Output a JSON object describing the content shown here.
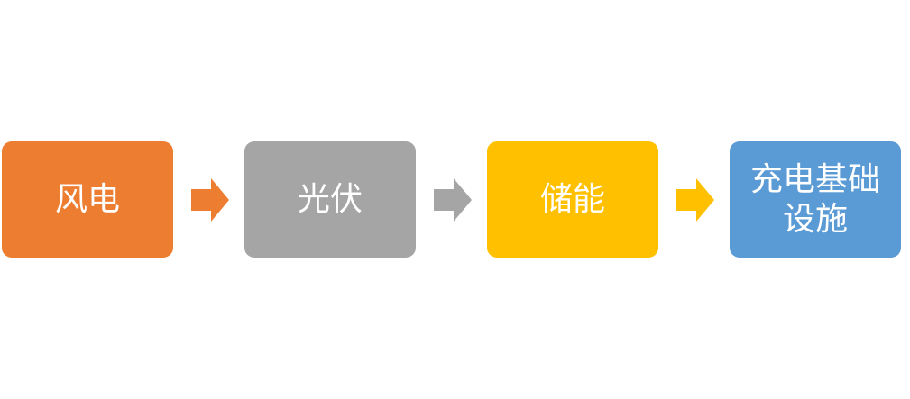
{
  "flow": {
    "steps": [
      {
        "label": "风电",
        "color": "#ED7D31"
      },
      {
        "label": "光伏",
        "color": "#A5A5A5"
      },
      {
        "label": "储能",
        "color": "#FFC000"
      },
      {
        "label": "充电基础设施",
        "color": "#5B9BD5"
      }
    ],
    "connectors": [
      {
        "color": "#ED7D31"
      },
      {
        "color": "#A5A5A5"
      },
      {
        "color": "#FFC000"
      }
    ]
  }
}
